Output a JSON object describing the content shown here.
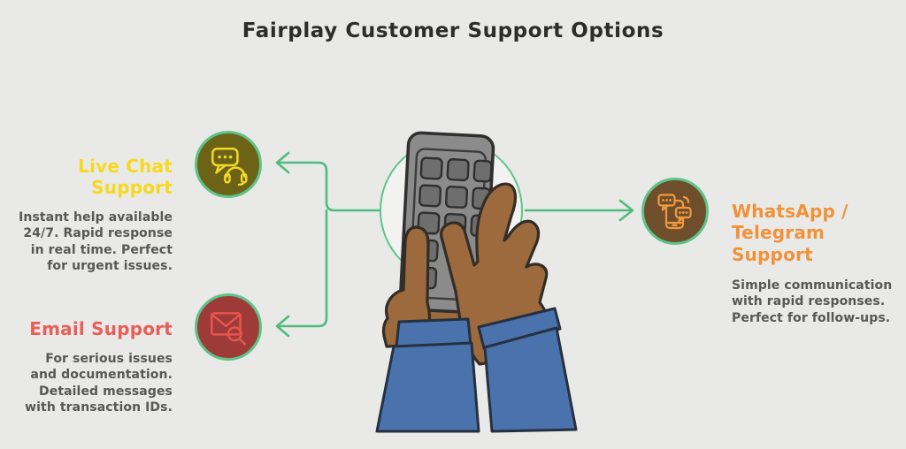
{
  "title": "Fairplay Customer Support Options",
  "options": [
    {
      "id": "live-chat",
      "label": "Live Chat Support",
      "description": "Instant help available 24/7. Rapid response in real time. Perfect for urgent issues.",
      "label_color": "#f6d91e",
      "icon": "chat-headset-icon",
      "icon_bg": "#6c6317"
    },
    {
      "id": "email",
      "label": "Email Support",
      "description": "For serious issues and documentation. Detailed messages with transaction IDs.",
      "label_color": "#e85f58",
      "icon": "envelope-magnifier-icon",
      "icon_bg": "#9e3b38"
    },
    {
      "id": "whatsapp-telegram",
      "label": "WhatsApp / Telegram Support",
      "description": "Simple communication with rapid responses. Perfect for follow-ups.",
      "label_color": "#f0923a",
      "icon": "phone-chat-icon",
      "icon_bg": "#6f4f2b"
    }
  ],
  "colors": {
    "background": "#e9e9e7",
    "title_text": "#2c2c2c",
    "description_text": "#575757",
    "connector_green": "#4fbc7d",
    "icon_ring": "#5fc489",
    "hand_skin": "#9c6a3c",
    "hand_outline": "#332d26",
    "sleeve_blue": "#4a72ad",
    "phone_gray": "#8b8b8b"
  },
  "center_illustration": "hands-holding-smartphone"
}
